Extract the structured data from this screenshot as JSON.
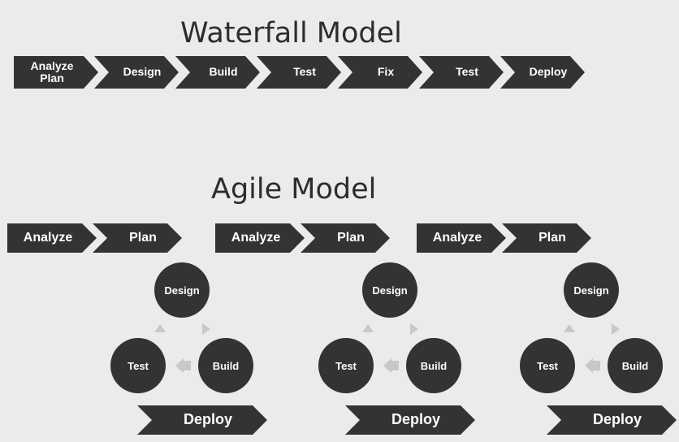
{
  "waterfall": {
    "title": "Waterfall Model",
    "steps": [
      "Analyze\nPlan",
      "Design",
      "Build",
      "Test",
      "Fix",
      "Test",
      "Deploy"
    ]
  },
  "agile": {
    "title": "Agile Model",
    "iterations": [
      {
        "analyze": "Analyze",
        "plan": "Plan",
        "design": "Design",
        "test": "Test",
        "build": "Build",
        "deploy": "Deploy"
      },
      {
        "analyze": "Analyze",
        "plan": "Plan",
        "design": "Design",
        "test": "Test",
        "build": "Build",
        "deploy": "Deploy"
      },
      {
        "analyze": "Analyze",
        "plan": "Plan",
        "design": "Design",
        "test": "Test",
        "build": "Build",
        "deploy": "Deploy"
      }
    ]
  },
  "colors": {
    "background": "#ebebeb",
    "shape": "#333333",
    "text": "#ffffff",
    "title": "#2d2d2d",
    "cycle_arrow": "#c8c8c8"
  }
}
